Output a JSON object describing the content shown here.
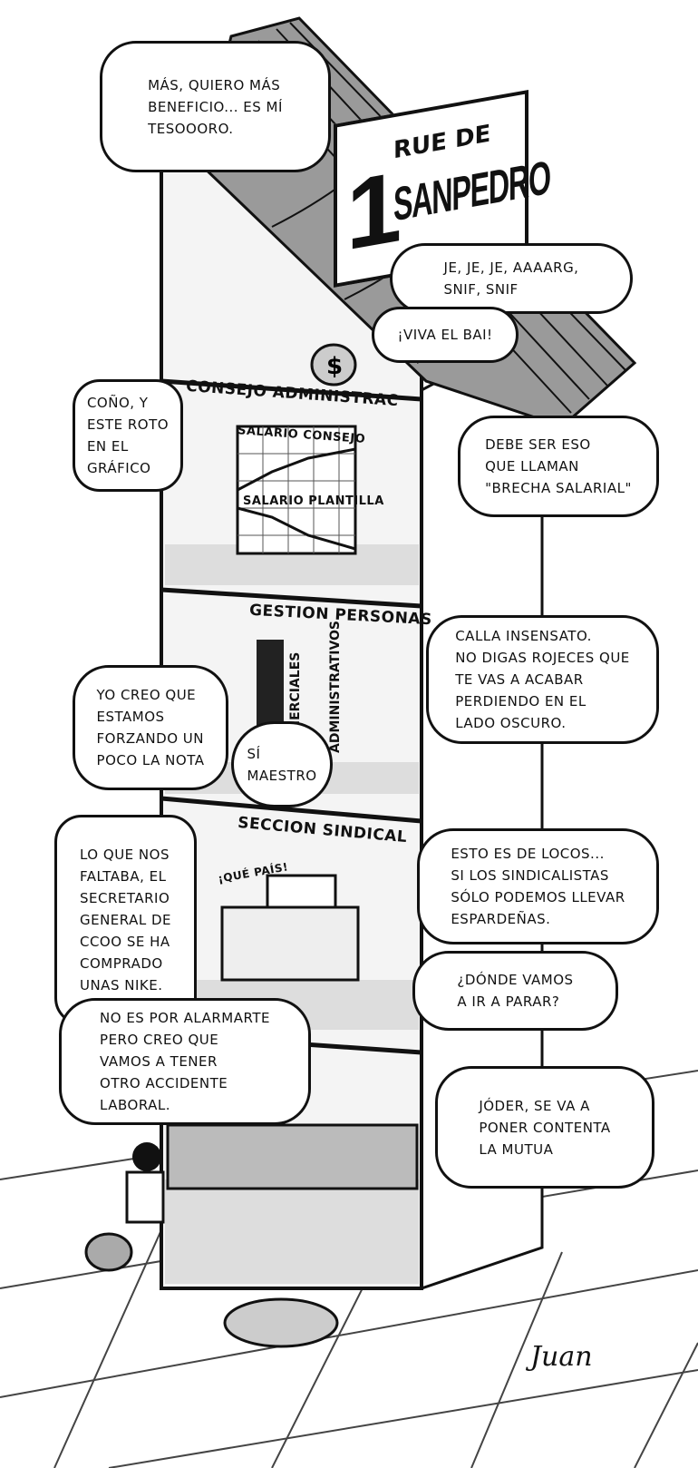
{
  "street_sign": {
    "line1": "RUE DE",
    "number": "1",
    "name": "SANPEDRO"
  },
  "room_signs": {
    "board": "CONSEJO ADMINISTRAC",
    "chart_top": "SALARIO CONSEJO",
    "chart_bottom": "SALARIO PLANTILLA",
    "hr": "GESTION PERSONAS",
    "bar_a": "COMERCIALES",
    "bar_b": "ADMINISTRATIVOS",
    "union": "SECCION SINDICAL",
    "newspaper": "¡QUÉ PAÍS!"
  },
  "bubbles": [
    {
      "text": "MÁS, QUIERO MÁS\nBENEFICIO... ES MÍ\nTESOOORO."
    },
    {
      "text": "JE, JE, JE, AAAARG,\nSNIF, SNIF"
    },
    {
      "text": "¡VIVA EL BAI!"
    },
    {
      "text": "COÑO, Y\nESTE ROTO\nEN EL\nGRÁFICO"
    },
    {
      "text": "DEBE SER ESO\nQUE LLAMAN\n\"BRECHA SALARIAL\""
    },
    {
      "text": "YO CREO QUE\nESTAMOS\nFORZANDO UN\nPOCO LA NOTA"
    },
    {
      "text": "SÍ\nMAESTRO"
    },
    {
      "text": "CALLA INSENSATO.\nNO DIGAS ROJECES QUE\nTE VAS A ACABAR\nPERDIENDO EN EL\nLADO OSCURO."
    },
    {
      "text": "LO QUE NOS\nFALTABA, EL\nSECRETARIO\nGENERAL DE\nCCOO SE HA\nCOMPRADO\nUNAS NIKE."
    },
    {
      "text": "ESTO ES DE LOCOS...\nSI LOS SINDICALISTAS\nSÓLO PODEMOS LLEVAR\nESPARDEÑAS."
    },
    {
      "text": "¿DÓNDE VAMOS\nA IR A PARAR?"
    },
    {
      "text": "NO ES POR ALARMARTE\nPERO CREO QUE\nVAMOS A TENER\nOTRO ACCIDENTE\nLABORAL."
    },
    {
      "text": "JÓDER, SE VA A\nPONER CONTENTA\nLA MUTUA"
    }
  ],
  "signature": "Juan"
}
